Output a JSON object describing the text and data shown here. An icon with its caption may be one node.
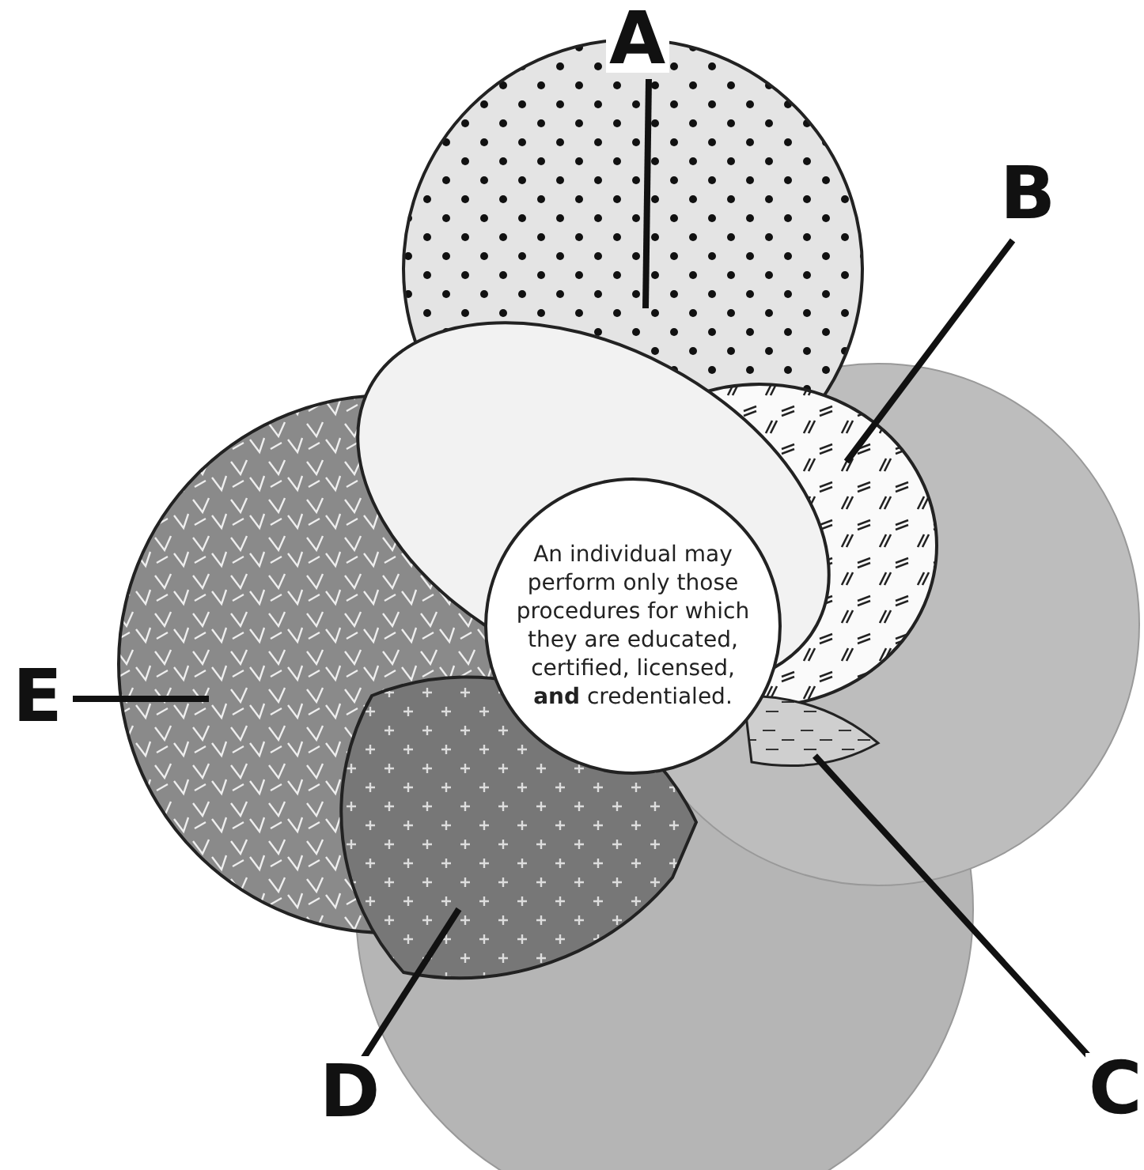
{
  "diagram": {
    "nodes": [
      {
        "text": [
          "An individual may perform only those procedures for which they are educated, certified, licensed, **and** credentialed."
        ]
      },
      {
        "text": [
          "A"
        ]
      },
      {
        "text": [],
        "shape": "circle"
      },
      {
        "text": [
          "B"
        ]
      },
      {
        "text": [],
        "shape": "circle"
      },
      {
        "text": [
          "E"
        ]
      },
      {
        "text": [],
        "shape": "circle"
      },
      {
        "text": [
          "C"
        ]
      },
      {
        "text": [],
        "shape": "circle"
      },
      {
        "text": [
          "D"
        ]
      },
      {
        "text": [],
        "shape": "circle"
      }
    ],
    "edges": [
      {
        "from": 1,
        "to": 2,
        "arrow": "none"
      },
      {
        "from": 3,
        "to": 4,
        "arrow": "none"
      },
      {
        "from": 5,
        "to": 6,
        "arrow": "none"
      },
      {
        "from": 7,
        "to": 8,
        "arrow": "none"
      },
      {
        "from": 9,
        "to": 10,
        "arrow": "none"
      }
    ]
  }
}
